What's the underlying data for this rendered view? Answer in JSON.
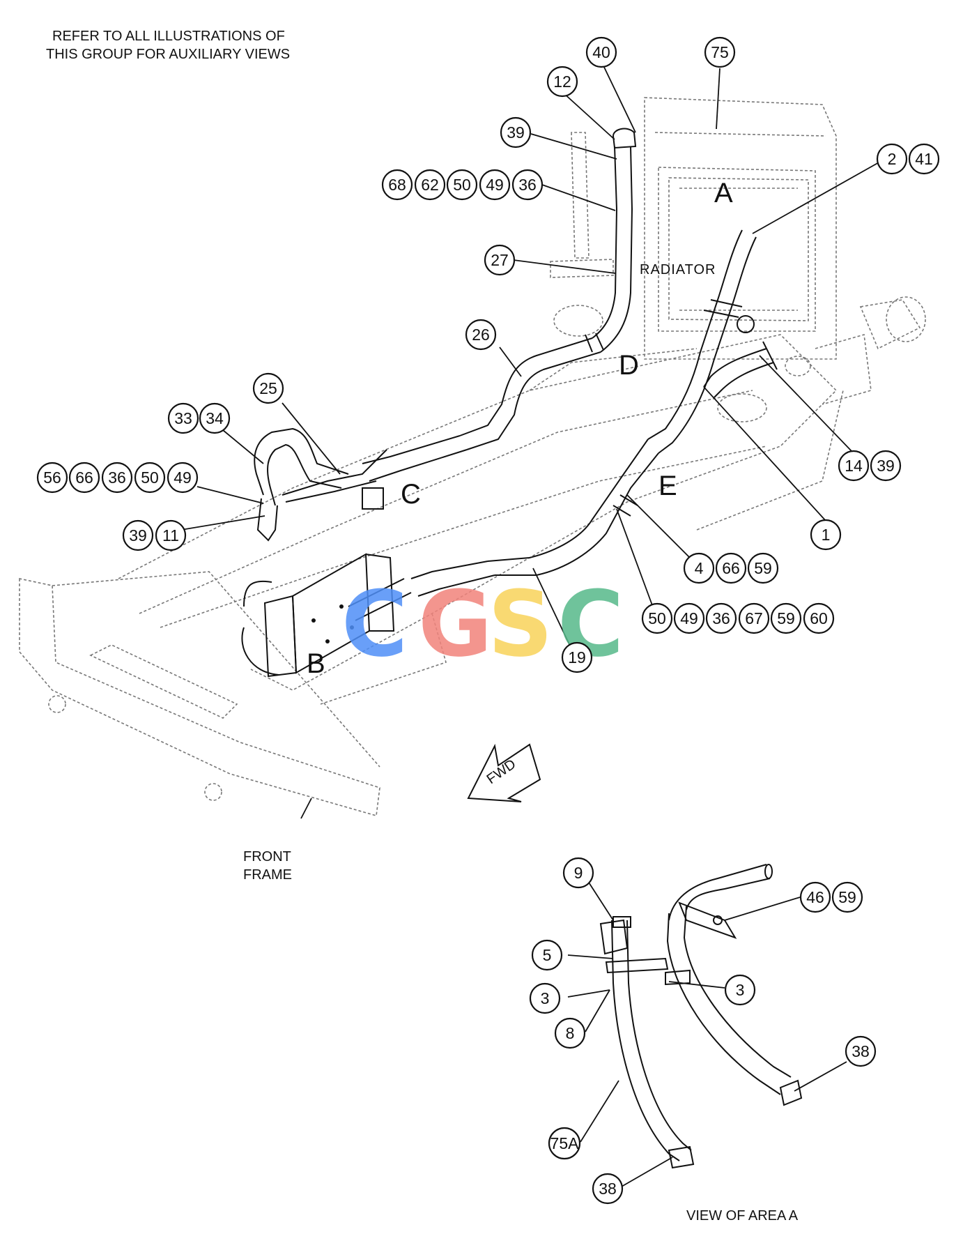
{
  "notes": {
    "top_line1": "REFER TO ALL ILLUSTRATIONS OF",
    "top_line2": "THIS GROUP FOR AUXILIARY VIEWS",
    "radiator": "RADIATOR",
    "front_frame_line1": "FRONT",
    "front_frame_line2": "FRAME",
    "fwd": "FWD",
    "view_caption": "VIEW OF AREA A"
  },
  "area_letters": {
    "a": "A",
    "b": "B",
    "c": "C",
    "d": "D",
    "e": "E"
  },
  "watermark": {
    "letters": [
      "C",
      "G",
      "S",
      "C"
    ],
    "colors": [
      "#4f8ff7",
      "#f2837b",
      "#f8d35a",
      "#57b98a"
    ]
  },
  "callouts": {
    "c40": "40",
    "c75": "75",
    "c12": "12",
    "c39a": "39",
    "c68": "68",
    "c62": "62",
    "c50a": "50",
    "c49a": "49",
    "c36a": "36",
    "c2": "2",
    "c41": "41",
    "c27": "27",
    "c26": "26",
    "c25": "25",
    "c33": "33",
    "c34": "34",
    "c56": "56",
    "c66a": "66",
    "c36b": "36",
    "c50b": "50",
    "c49b": "49",
    "c39b": "39",
    "c11": "11",
    "c14": "14",
    "c39c": "39",
    "c1": "1",
    "c4": "4",
    "c66b": "66",
    "c59a": "59",
    "c50c": "50",
    "c49c": "49",
    "c36c": "36",
    "c67": "67",
    "c59b": "59",
    "c60": "60",
    "c19": "19",
    "c9": "9",
    "c46": "46",
    "c59c": "59",
    "c5": "5",
    "c3a": "3",
    "c3b": "3",
    "c8": "8",
    "c38a": "38",
    "c75a": "75A",
    "c38b": "38"
  }
}
